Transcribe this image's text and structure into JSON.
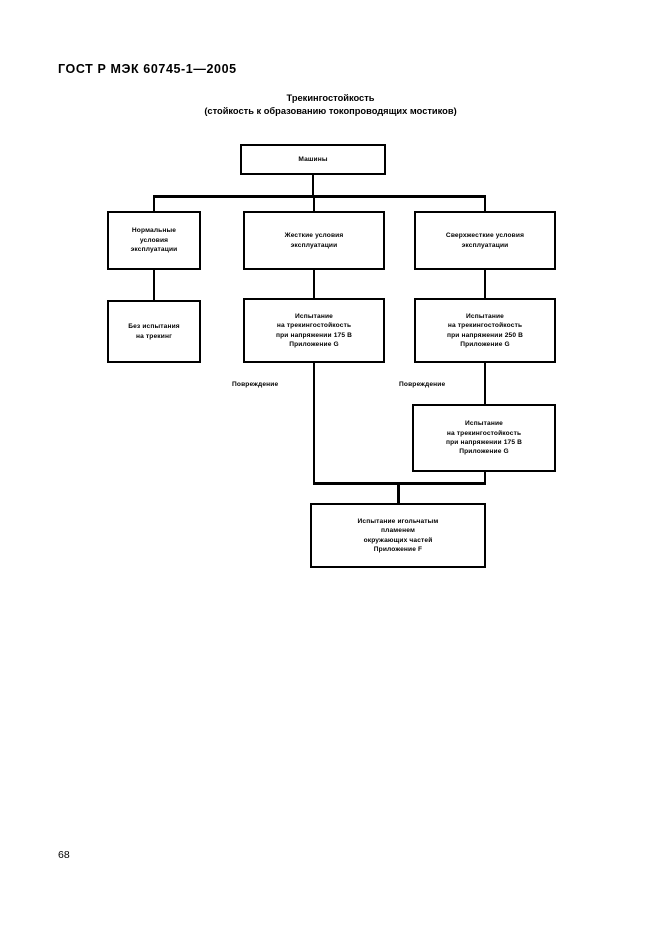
{
  "document": {
    "header": "ГОСТ Р МЭК 60745-1—2005",
    "page_number": "68"
  },
  "figure": {
    "title_line1": "Трекингостойкость",
    "title_line2": "(стойкость к образованию токопроводящих мостиков)"
  },
  "nodes": {
    "machines": "Машины",
    "normal_conditions": "Нормальные\nусловия\nэксплуатации",
    "harsh_conditions": "Жесткие условия\nэксплуатации",
    "extra_harsh_conditions": "Сверхжесткие условия\nэксплуатации",
    "no_tracking_test": "Без испытания\nна трекинг",
    "test_175_left": "Испытание\nна трекингостойкость\nпри напряжении 175 В\nПриложение G",
    "test_250": "Испытание\nна трекингостойкость\nпри напряжении 250 В\nПриложение G",
    "test_175_right": "Испытание\nна трекингостойкость\nпри напряжении 175 В\nПриложение G",
    "needle_flame": "Испытание игольчатым\nпламенем\nокружающих частей\nПриложение F"
  },
  "edge_labels": {
    "damage_left": "Повреждение",
    "damage_right": "Повреждение"
  },
  "colors": {
    "ink": "#000000",
    "paper": "#ffffff"
  }
}
